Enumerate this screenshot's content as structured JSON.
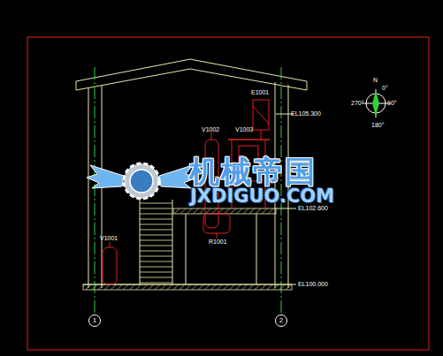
{
  "diagram": {
    "nodes": [
      {
        "text": [
          "1"
        ]
      },
      {
        "text": [
          "2"
        ]
      }
    ],
    "labels": [
      "E1001",
      "V1002",
      "V1003",
      "EL105.300",
      "EL102.600",
      "R1001",
      "V1001",
      "EL100.000",
      "N",
      "0°",
      "90°",
      "180°",
      "270°",
      "机械帝国",
      "JXDIGUO.COM"
    ]
  }
}
